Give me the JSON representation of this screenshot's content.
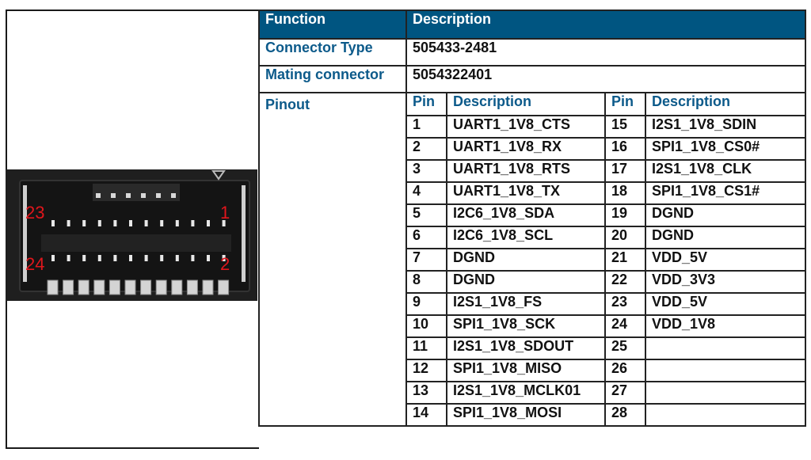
{
  "connector_image": {
    "label_top_left": "23",
    "label_top_right": "1",
    "label_bottom_left": "24",
    "label_bottom_right": "2",
    "label_color": "#e0161c"
  },
  "table": {
    "header": {
      "function": "Function",
      "description": "Description"
    },
    "rows": [
      {
        "function": "Connector Type",
        "description": "505433-2481"
      },
      {
        "function": "Mating connector",
        "description": "5054322401"
      }
    ],
    "pinout": {
      "label": "Pinout",
      "columns": [
        "Pin",
        "Description",
        "Pin",
        "Description"
      ],
      "rows": [
        {
          "pin_a": "1",
          "desc_a": "UART1_1V8_CTS",
          "pin_b": "15",
          "desc_b": "I2S1_1V8_SDIN"
        },
        {
          "pin_a": "2",
          "desc_a": "UART1_1V8_RX",
          "pin_b": "16",
          "desc_b": "SPI1_1V8_CS0#"
        },
        {
          "pin_a": "3",
          "desc_a": "UART1_1V8_RTS",
          "pin_b": "17",
          "desc_b": "I2S1_1V8_CLK"
        },
        {
          "pin_a": "4",
          "desc_a": "UART1_1V8_TX",
          "pin_b": "18",
          "desc_b": "SPI1_1V8_CS1#"
        },
        {
          "pin_a": "5",
          "desc_a": "I2C6_1V8_SDA",
          "pin_b": "19",
          "desc_b": "DGND"
        },
        {
          "pin_a": "6",
          "desc_a": "I2C6_1V8_SCL",
          "pin_b": "20",
          "desc_b": "DGND"
        },
        {
          "pin_a": "7",
          "desc_a": "DGND",
          "pin_b": "21",
          "desc_b": "VDD_5V"
        },
        {
          "pin_a": "8",
          "desc_a": "DGND",
          "pin_b": "22",
          "desc_b": "VDD_3V3"
        },
        {
          "pin_a": "9",
          "desc_a": "I2S1_1V8_FS",
          "pin_b": "23",
          "desc_b": "VDD_5V"
        },
        {
          "pin_a": "10",
          "desc_a": "SPI1_1V8_SCK",
          "pin_b": "24",
          "desc_b": "VDD_1V8"
        },
        {
          "pin_a": "11",
          "desc_a": "I2S1_1V8_SDOUT",
          "pin_b": "25",
          "desc_b": ""
        },
        {
          "pin_a": "12",
          "desc_a": "SPI1_1V8_MISO",
          "pin_b": "26",
          "desc_b": ""
        },
        {
          "pin_a": "13",
          "desc_a": "I2S1_1V8_MCLK01",
          "pin_b": "27",
          "desc_b": ""
        },
        {
          "pin_a": "14",
          "desc_a": "SPI1_1V8_MOSI",
          "pin_b": "28",
          "desc_b": ""
        }
      ]
    }
  },
  "colors": {
    "header_bg": "#005581",
    "label_text": "#0c5a8a"
  }
}
